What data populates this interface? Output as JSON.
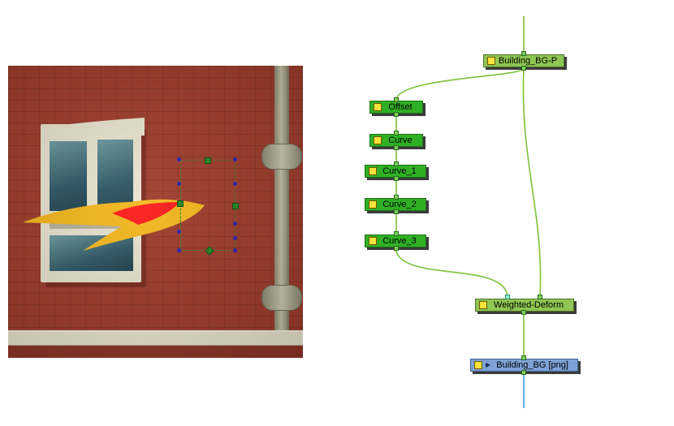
{
  "viewport": {
    "colors": {
      "brick": "#9f3c2b",
      "window_frame": "#e9e4cf",
      "glass": "#2e5866",
      "pipe": "#b9b59b",
      "selection": "#3c7f20",
      "flame_yellow": "#f5b81c",
      "flame_red": "#ff1a1a"
    }
  },
  "node_graph": {
    "nodes": [
      {
        "id": "building_bg_p",
        "label": "Building_BG-P",
        "style": "light"
      },
      {
        "id": "offset",
        "label": "Offset",
        "style": "green"
      },
      {
        "id": "curve",
        "label": "Curve",
        "style": "green"
      },
      {
        "id": "curve_1",
        "label": "Curve_1",
        "style": "green"
      },
      {
        "id": "curve_2",
        "label": "Curve_2",
        "style": "green"
      },
      {
        "id": "curve_3",
        "label": "Curve_3",
        "style": "green"
      },
      {
        "id": "weighted_deform",
        "label": "Weighted-Deform",
        "style": "light"
      },
      {
        "id": "building_bg",
        "label": "Building_BG  [png]",
        "style": "blue"
      }
    ],
    "colors": {
      "green_node": "#2fb024",
      "light_node": "#8fc553",
      "drawing_node": "#7ea2d6",
      "connection": "#7cc23a",
      "output_line": "#3aa0e0",
      "toggle": "#ffe23c"
    }
  }
}
